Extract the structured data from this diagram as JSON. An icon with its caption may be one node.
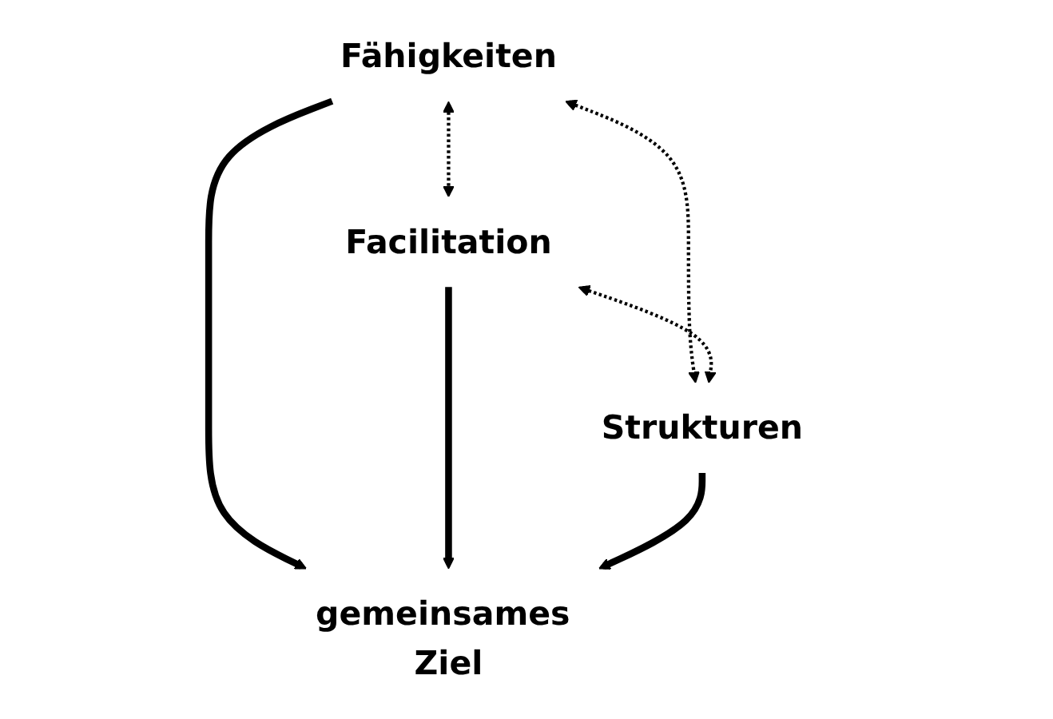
{
  "diagram": {
    "nodes": [
      {
        "text": [
          "Fähigkeiten"
        ]
      },
      {
        "text": [
          "Facilitation"
        ]
      },
      {
        "text": [
          "gemeinsames Ziel"
        ]
      },
      {
        "text": [
          "Strukturen"
        ]
      }
    ],
    "edges": [
      {
        "from": 0,
        "to": 1,
        "arrow": "both",
        "style": "dashed"
      },
      {
        "from": 0,
        "to": 2,
        "arrow": "to",
        "style": "thick"
      },
      {
        "from": 1,
        "to": 2,
        "arrow": "to",
        "style": "thick"
      },
      {
        "from": 0,
        "to": 3,
        "arrow": "both",
        "style": "dashed"
      },
      {
        "from": 1,
        "to": 3,
        "arrow": "both",
        "style": "dashed"
      },
      {
        "from": 3,
        "to": 2,
        "arrow": "to",
        "style": "thick"
      }
    ]
  }
}
